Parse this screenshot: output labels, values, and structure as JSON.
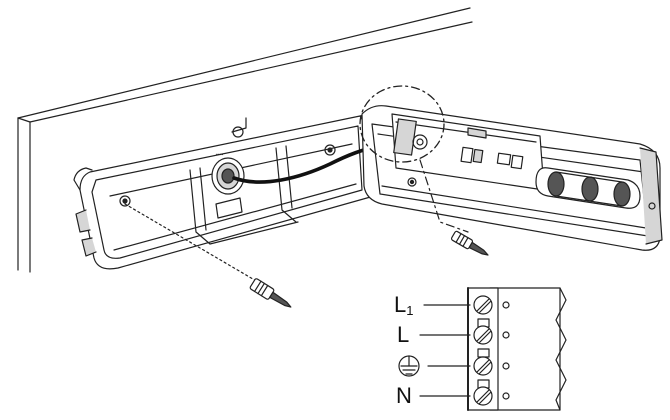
{
  "terminals": [
    {
      "id": "L1",
      "main": "L",
      "sub": "1"
    },
    {
      "id": "L",
      "main": "L",
      "sub": ""
    },
    {
      "id": "PE",
      "main": "",
      "sub": "",
      "icon": "earth-ground-icon"
    },
    {
      "id": "N",
      "main": "N",
      "sub": ""
    }
  ],
  "colors": {
    "line": "#222222",
    "shade": "#d6d6d6",
    "dark": "#555555",
    "cable": "#111111"
  }
}
